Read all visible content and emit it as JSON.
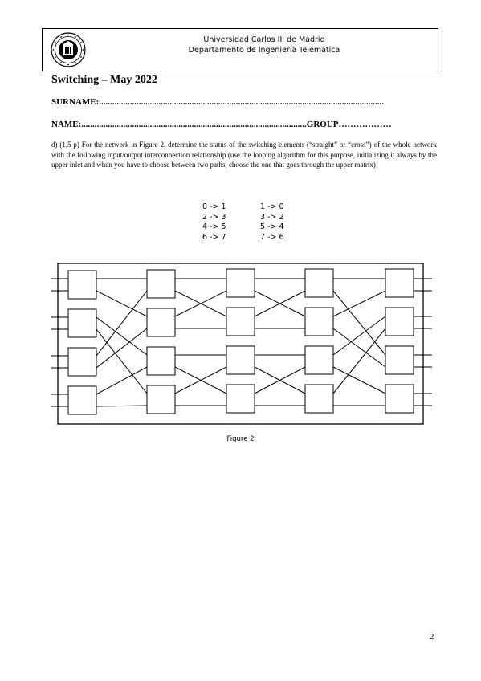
{
  "header": {
    "university": "Universidad Carlos III de Madrid",
    "department": "Departamento de Ingeniería Telemática"
  },
  "exam": {
    "title": "Switching – May 2022",
    "surname_line": "SURNAME:.................................................................................................................................",
    "name_line": "NAME:......................................................................................................GROUP………………"
  },
  "question": {
    "text": "d)        (1,5 p) For the network in Figure 2, determine the status of the switching elements (“straight” or “cross”) of the whole network with the following input/output interconnection relationship (use the looping algorithm for this purpose, initializing it always by the upper inlet and when you have to choose between two paths, choose the one that goes through the upper matrix)"
  },
  "mapping": {
    "left": [
      "0 -> 1",
      "2 -> 3",
      "4 -> 5",
      "6 -> 7"
    ],
    "right": [
      "1 -> 0",
      "3 -> 2",
      "5 -> 4",
      "7 -> 6"
    ]
  },
  "figure": {
    "caption": "Figure 2",
    "stages": 5,
    "switches_per_stage": 4
  },
  "page_number": "2"
}
